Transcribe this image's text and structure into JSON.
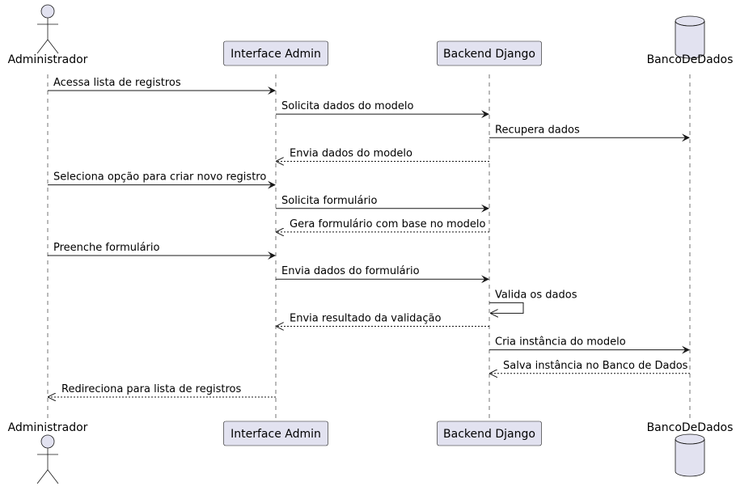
{
  "participants": [
    {
      "name": "Administrador",
      "kind": "actor"
    },
    {
      "name": "Interface Admin",
      "kind": "participant"
    },
    {
      "name": "Backend Django",
      "kind": "participant"
    },
    {
      "name": "BancoDeDados",
      "kind": "database"
    }
  ],
  "messages": [
    {
      "from": 0,
      "to": 1,
      "label": "Acessa lista de registros",
      "style": "solid"
    },
    {
      "from": 1,
      "to": 2,
      "label": "Solicita dados do modelo",
      "style": "solid"
    },
    {
      "from": 2,
      "to": 3,
      "label": "Recupera dados",
      "style": "solid"
    },
    {
      "from": 2,
      "to": 1,
      "label": "Envia dados do modelo",
      "style": "dashed"
    },
    {
      "from": 0,
      "to": 1,
      "label": "Seleciona opção para criar novo registro",
      "style": "solid"
    },
    {
      "from": 1,
      "to": 2,
      "label": "Solicita formulário",
      "style": "solid"
    },
    {
      "from": 2,
      "to": 1,
      "label": "Gera formulário com base no modelo",
      "style": "dashed"
    },
    {
      "from": 0,
      "to": 1,
      "label": "Preenche formulário",
      "style": "solid"
    },
    {
      "from": 1,
      "to": 2,
      "label": "Envia dados do formulário",
      "style": "solid"
    },
    {
      "from": 2,
      "to": 2,
      "label": "Valida os dados",
      "style": "solid"
    },
    {
      "from": 2,
      "to": 1,
      "label": "Envia resultado da validação",
      "style": "dashed"
    },
    {
      "from": 2,
      "to": 3,
      "label": "Cria instância do modelo",
      "style": "solid"
    },
    {
      "from": 3,
      "to": 2,
      "label": "Salva instância no Banco de Dados",
      "style": "dashed"
    },
    {
      "from": 1,
      "to": 0,
      "label": "Redireciona para lista de registros",
      "style": "dashed"
    }
  ],
  "colors": {
    "box_fill": "#E2E2F0",
    "stroke": "#181818"
  }
}
